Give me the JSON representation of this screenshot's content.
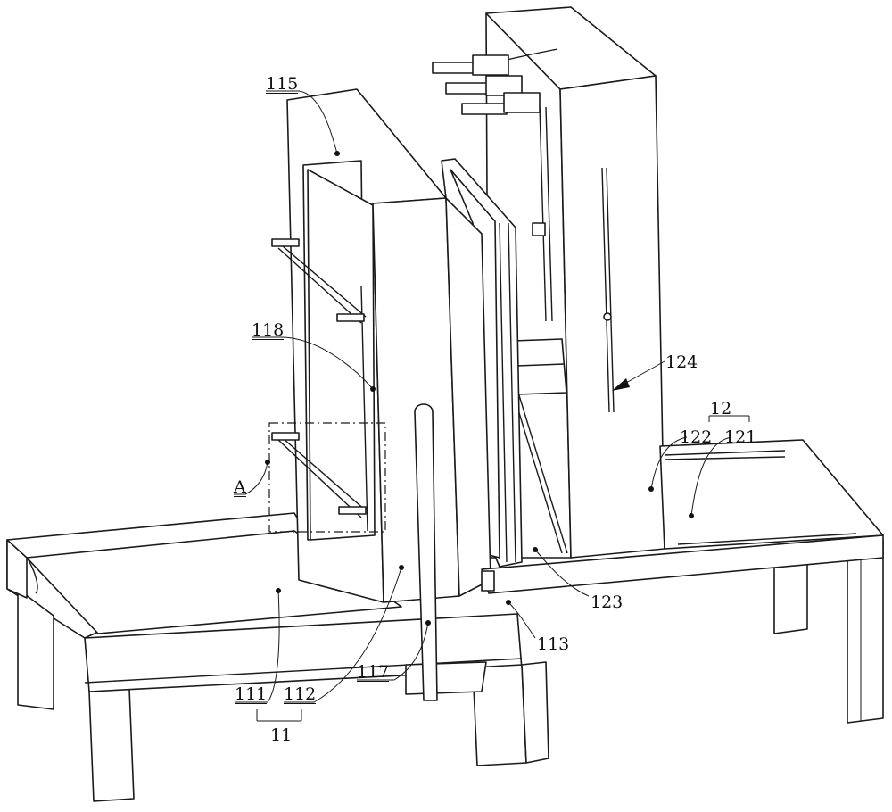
{
  "figure": {
    "labels": {
      "l115": "115",
      "l118": "118",
      "lA": "A",
      "l111": "111",
      "l112": "112",
      "l11": "11",
      "l117": "117",
      "l113": "113",
      "l123": "123",
      "l124": "124",
      "l12": "12",
      "l122": "122",
      "l121": "121"
    }
  }
}
